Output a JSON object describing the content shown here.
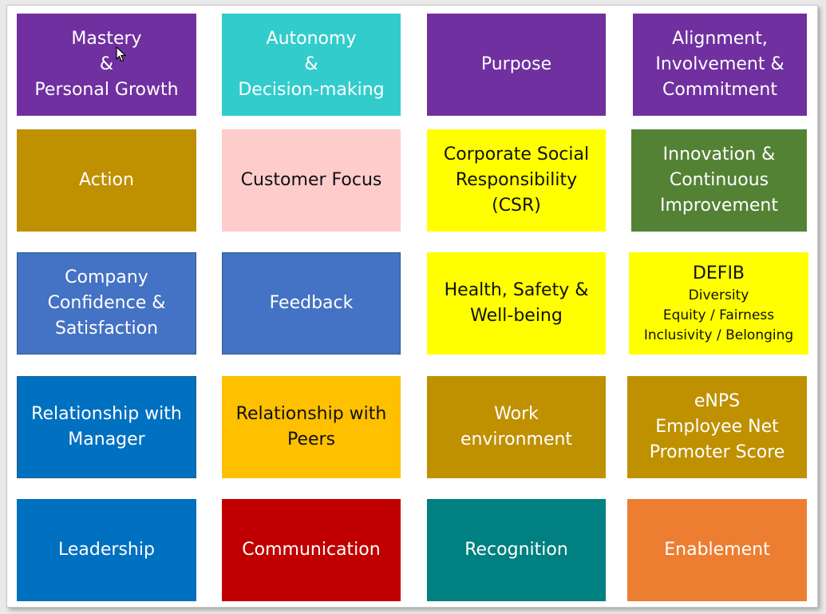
{
  "tiles": [
    {
      "id": "mastery",
      "lines": [
        "Mastery",
        "&",
        "Personal Growth"
      ],
      "bg": "#7030a0",
      "fg": "#ffffff"
    },
    {
      "id": "autonomy",
      "lines": [
        "Autonomy",
        "&",
        "Decision-making"
      ],
      "bg": "#33cccc",
      "fg": "#ffffff"
    },
    {
      "id": "purpose",
      "lines": [
        "Purpose"
      ],
      "bg": "#7030a0",
      "fg": "#ffffff"
    },
    {
      "id": "alignment",
      "lines": [
        "Alignment,",
        "Involvement &",
        "Commitment"
      ],
      "bg": "#7030a0",
      "fg": "#ffffff"
    },
    {
      "id": "action",
      "lines": [
        "Action"
      ],
      "bg": "#bf9000",
      "fg": "#ffffff"
    },
    {
      "id": "customer-focus",
      "lines": [
        "Customer Focus"
      ],
      "bg": "#ffcccc",
      "fg": "#111111"
    },
    {
      "id": "csr",
      "lines": [
        "Corporate Social",
        "Responsibility",
        "(CSR)"
      ],
      "bg": "#ffff00",
      "fg": "#111111"
    },
    {
      "id": "innovation",
      "lines": [
        "Innovation &",
        "Continuous",
        "Improvement"
      ],
      "bg": "#548235",
      "fg": "#ffffff"
    },
    {
      "id": "company-confidence",
      "lines": [
        "Company",
        "Confidence &",
        "Satisfaction"
      ],
      "bg": "#4472c4",
      "fg": "#ffffff"
    },
    {
      "id": "feedback",
      "lines": [
        "Feedback"
      ],
      "bg": "#4472c4",
      "fg": "#ffffff"
    },
    {
      "id": "health-safety",
      "lines": [
        "Health, Safety &",
        "Well-being"
      ],
      "bg": "#ffff00",
      "fg": "#111111"
    },
    {
      "id": "defib",
      "lines": [
        "DEFIB"
      ],
      "sublines": [
        "Diversity",
        "Equity / Fairness",
        "Inclusivity / Belonging"
      ],
      "bg": "#ffff00",
      "fg": "#111111"
    },
    {
      "id": "relationship-manager",
      "lines": [
        "Relationship with",
        "Manager"
      ],
      "bg": "#0070c0",
      "fg": "#ffffff"
    },
    {
      "id": "relationship-peers",
      "lines": [
        "Relationship with",
        "Peers"
      ],
      "bg": "#ffc000",
      "fg": "#111111"
    },
    {
      "id": "work-environment",
      "lines": [
        "Work",
        "environment"
      ],
      "bg": "#bf9000",
      "fg": "#ffffff"
    },
    {
      "id": "enps",
      "lines": [
        "eNPS",
        "Employee Net",
        "Promoter Score"
      ],
      "bg": "#bf9000",
      "fg": "#ffffff"
    },
    {
      "id": "leadership",
      "lines": [
        "Leadership"
      ],
      "bg": "#0070c0",
      "fg": "#ffffff"
    },
    {
      "id": "communication",
      "lines": [
        "Communication"
      ],
      "bg": "#c00000",
      "fg": "#ffffff"
    },
    {
      "id": "recognition",
      "lines": [
        "Recognition"
      ],
      "bg": "#008080",
      "fg": "#ffffff"
    },
    {
      "id": "enablement",
      "lines": [
        "Enablement"
      ],
      "bg": "#ed7d31",
      "fg": "#ffffff"
    }
  ]
}
